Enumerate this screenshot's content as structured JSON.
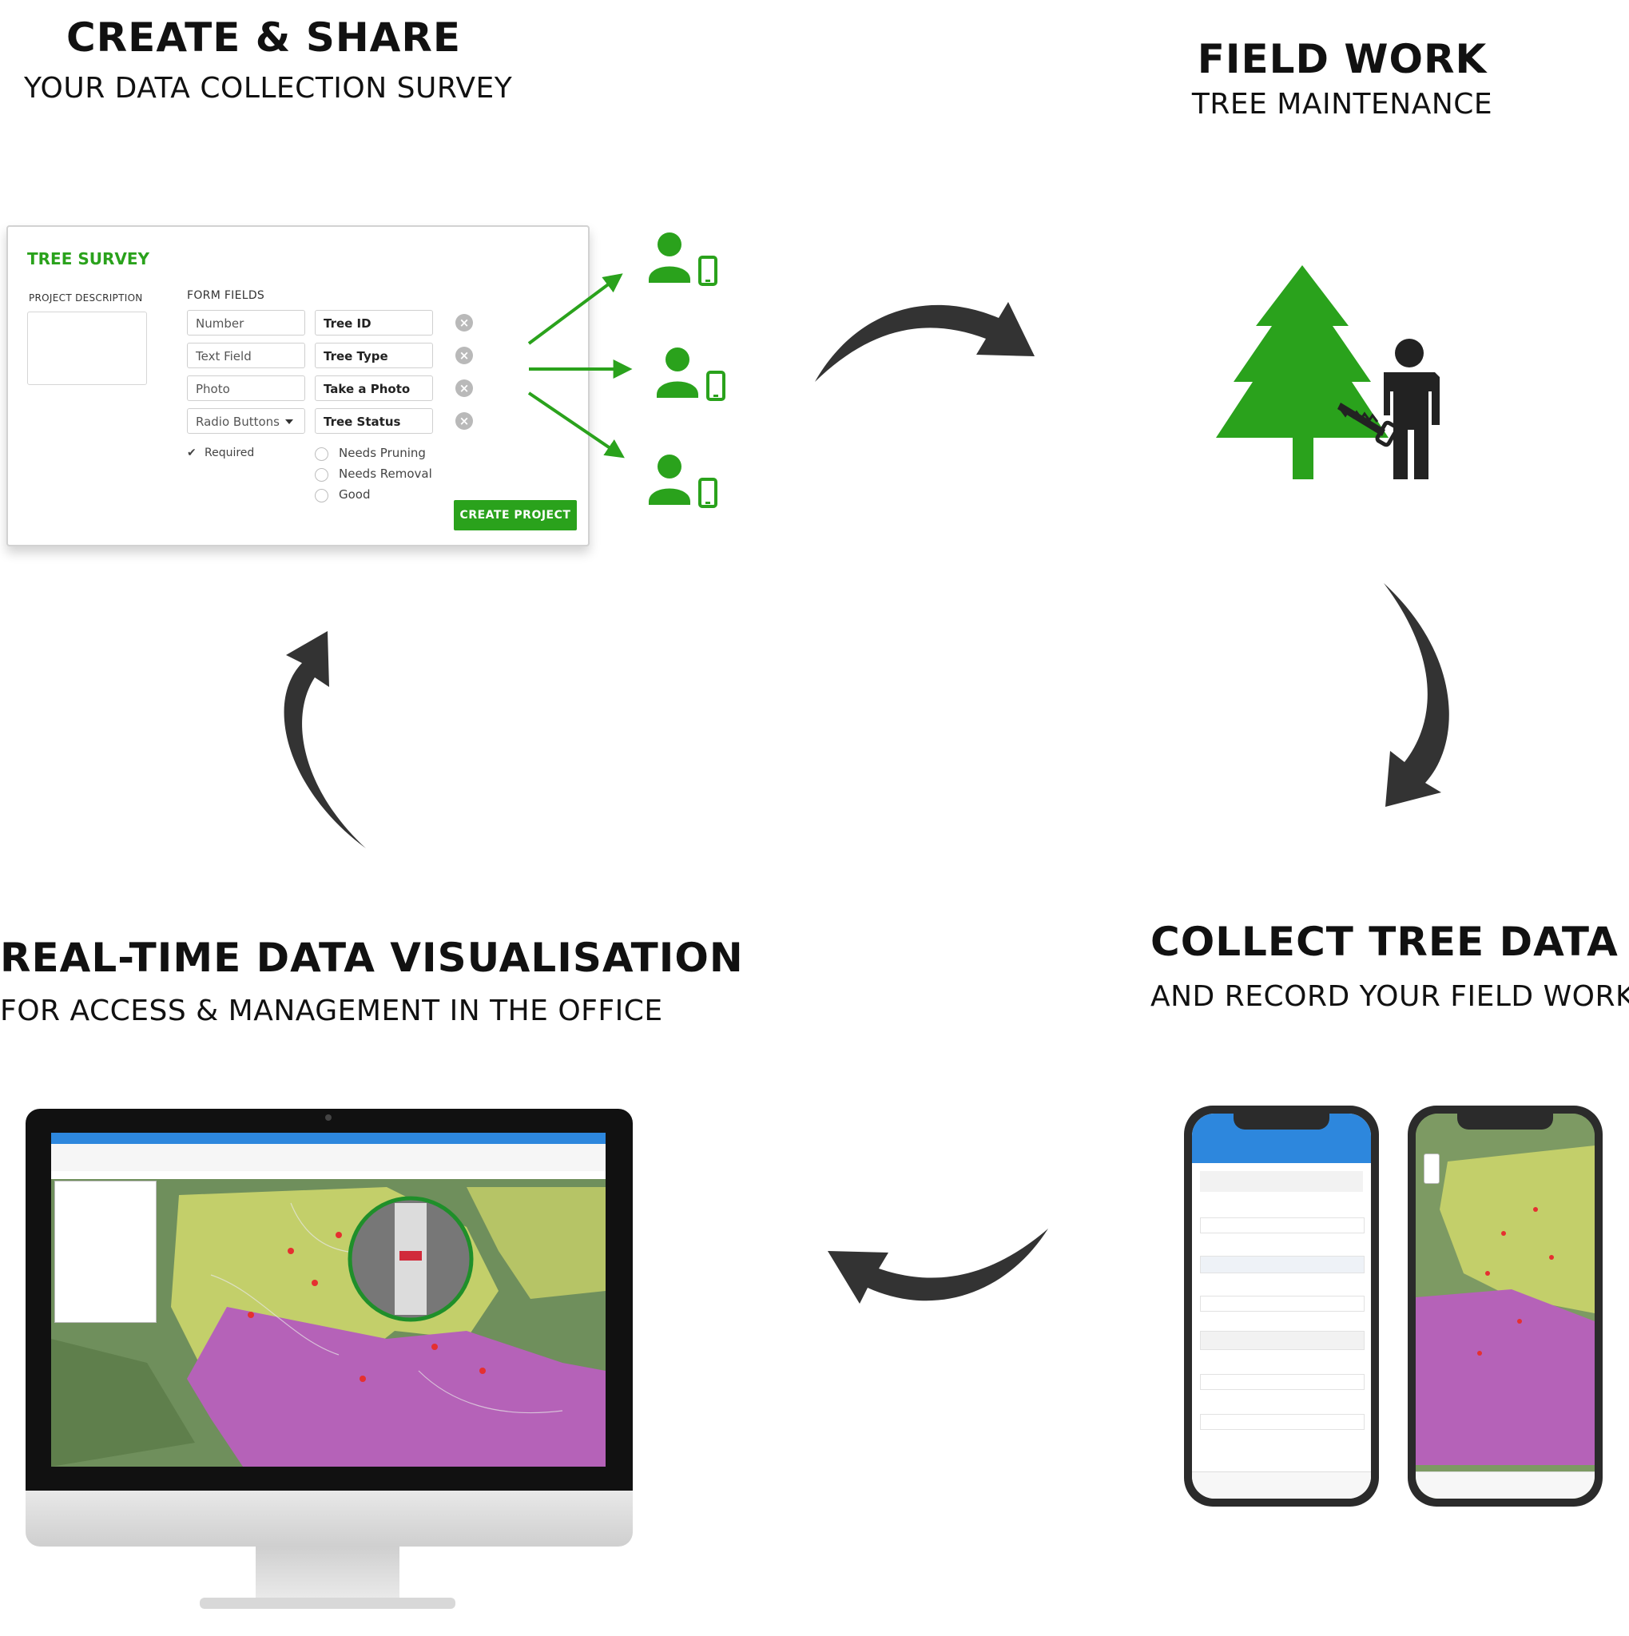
{
  "quadrants": {
    "create": {
      "title": "CREATE & SHARE",
      "subtitle": "YOUR DATA COLLECTION SURVEY"
    },
    "field": {
      "title": "FIELD WORK",
      "subtitle": "TREE MAINTENANCE"
    },
    "collect": {
      "title": "COLLECT TREE DATA",
      "subtitle": "AND RECORD YOUR FIELD WORK"
    },
    "visual": {
      "title": "REAL-TIME DATA VISUALISATION",
      "subtitle": "FOR ACCESS & MANAGEMENT IN THE OFFICE"
    }
  },
  "survey": {
    "title": "TREE SURVEY",
    "project_description_label": "PROJECT DESCRIPTION",
    "form_fields_label": "FORM FIELDS",
    "rows": [
      {
        "type": "Number",
        "name": "Tree ID"
      },
      {
        "type": "Text Field",
        "name": "Tree Type"
      },
      {
        "type": "Photo",
        "name": "Take a Photo"
      },
      {
        "type": "Radio Buttons",
        "name": "Tree Status"
      }
    ],
    "required_label": "Required",
    "options": [
      "Needs Pruning",
      "Needs Removal",
      "Good"
    ],
    "create_button": "CREATE PROJECT"
  },
  "colors": {
    "brand_green": "#2aa21c",
    "arrow_dark": "#333333",
    "person_dark": "#222222",
    "app_blue": "#2d87dd"
  },
  "icons": [
    "user-with-phone-icon",
    "tree-icon",
    "person-with-saw-icon"
  ]
}
